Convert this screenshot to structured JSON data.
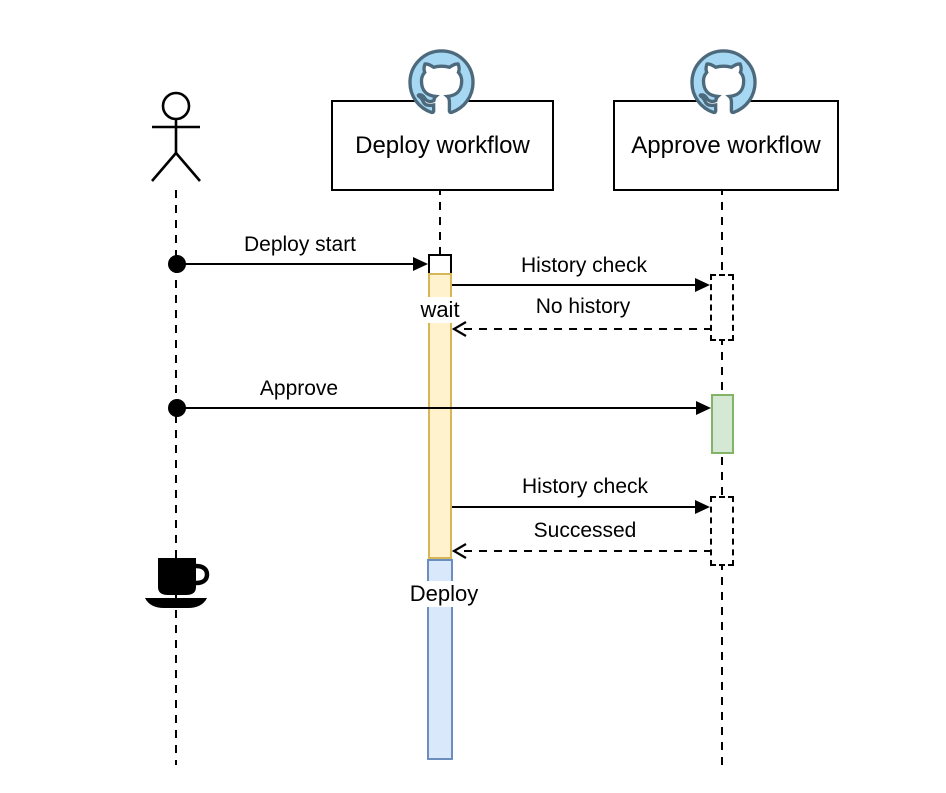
{
  "diagram": {
    "type": "sequence",
    "participants": [
      {
        "id": "user",
        "kind": "actor",
        "label": ""
      },
      {
        "id": "deploy",
        "kind": "workflow",
        "label": "Deploy workflow",
        "icon": "github-octocat-icon"
      },
      {
        "id": "approve",
        "kind": "workflow",
        "label": "Approve workflow",
        "icon": "github-octocat-icon"
      }
    ],
    "messages": [
      {
        "from": "user",
        "to": "deploy",
        "label": "Deploy start",
        "line": "solid"
      },
      {
        "from": "deploy",
        "to": "approve",
        "label": "History check",
        "line": "solid"
      },
      {
        "from": "approve",
        "to": "deploy",
        "label": "No history",
        "line": "dashed"
      },
      {
        "from": "user",
        "to": "approve",
        "label": "Approve",
        "line": "solid"
      },
      {
        "from": "deploy",
        "to": "approve",
        "label": "History check",
        "line": "solid"
      },
      {
        "from": "approve",
        "to": "deploy",
        "label": "Successed",
        "line": "dashed"
      }
    ],
    "activations": [
      {
        "lifeline": "deploy",
        "label": "wait",
        "style": "solid",
        "fill": "#fff2cc",
        "border": "#d6b656"
      },
      {
        "lifeline": "approve",
        "label": "",
        "style": "dashed",
        "fill": "#ffffff",
        "border": "#000000"
      },
      {
        "lifeline": "approve",
        "label": "",
        "style": "solid",
        "fill": "#d5e8d4",
        "border": "#82b366"
      },
      {
        "lifeline": "approve",
        "label": "",
        "style": "dashed",
        "fill": "#ffffff",
        "border": "#000000"
      },
      {
        "lifeline": "deploy",
        "label": "Deploy",
        "style": "solid",
        "fill": "#dae8fc",
        "border": "#6c8ebf"
      }
    ],
    "icon_colors": {
      "github_circle_fill": "#a6d7f3",
      "github_outline": "#4d6a7d",
      "github_octocat": "#ffffff"
    },
    "decorations": [
      {
        "name": "coffee-cup-icon",
        "lifeline": "user",
        "color": "#000000"
      }
    ]
  }
}
